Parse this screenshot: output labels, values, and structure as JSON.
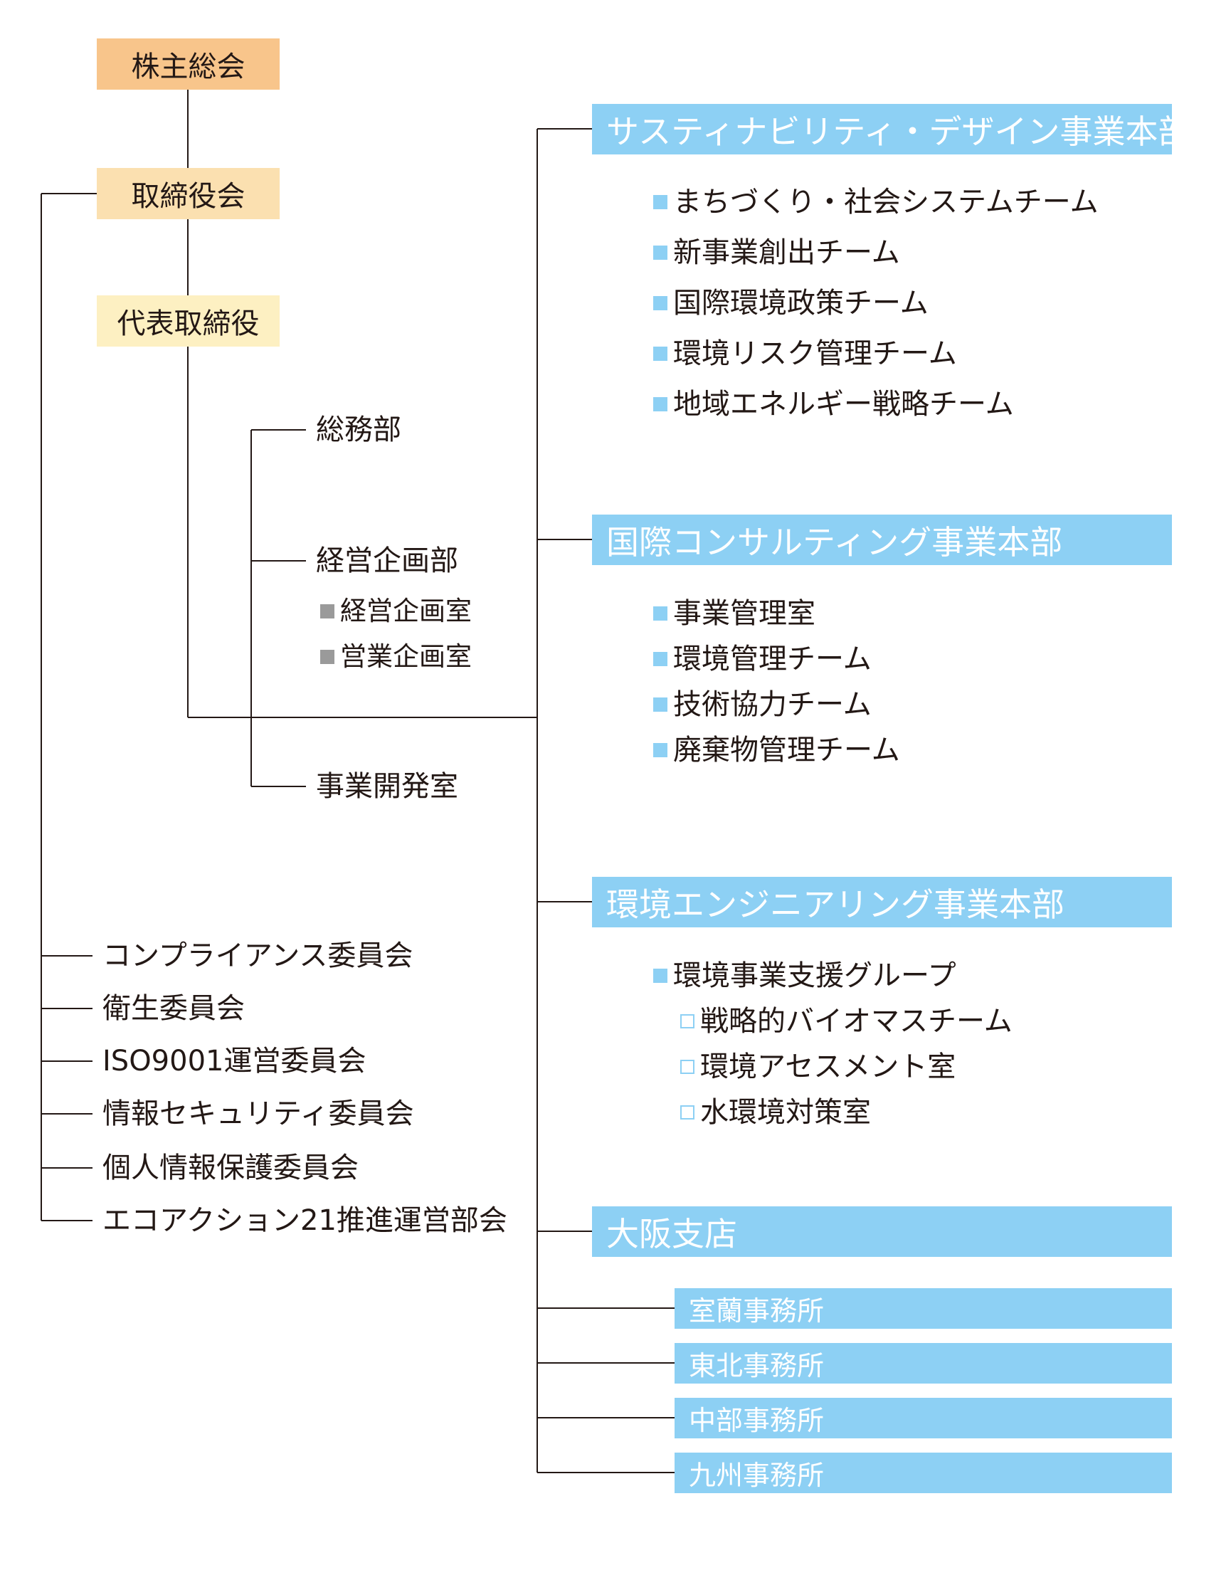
{
  "colors": {
    "shareholders": "#f8c58b",
    "board": "#fbe0b0",
    "rep": "#fdf0c2",
    "hq": "#8dd0f4",
    "line": "#231815",
    "gray_marker": "#9a9a9a"
  },
  "governance": {
    "shareholders_meeting": "株主総会",
    "board_of_directors": "取締役会",
    "representative_director": "代表取締役"
  },
  "departments": {
    "general_affairs": "総務部",
    "corporate_planning": "経営企画部",
    "corporate_planning_units": [
      "経営企画室",
      "営業企画室"
    ],
    "business_development": "事業開発室"
  },
  "committees": [
    "コンプライアンス委員会",
    "衛生委員会",
    "ISO9001運営委員会",
    "情報セキュリティ委員会",
    "個人情報保護委員会",
    "エコアクション21推進運営部会"
  ],
  "divisions": [
    {
      "name": "サスティナビリティ・デザイン事業本部",
      "teams": [
        "まちづくり・社会システムチーム",
        "新事業創出チーム",
        "国際環境政策チーム",
        "環境リスク管理チーム",
        "地域エネルギー戦略チーム"
      ]
    },
    {
      "name": "国際コンサルティング事業本部",
      "teams": [
        "事業管理室",
        "環境管理チーム",
        "技術協力チーム",
        "廃棄物管理チーム"
      ]
    },
    {
      "name": "環境エンジニアリング事業本部",
      "group": "環境事業支援グループ",
      "subunits": [
        "戦略的バイオマスチーム",
        "環境アセスメント室",
        "水環境対策室"
      ]
    }
  ],
  "branch": {
    "name": "大阪支店",
    "offices": [
      "室蘭事務所",
      "東北事務所",
      "中部事務所",
      "九州事務所"
    ]
  }
}
